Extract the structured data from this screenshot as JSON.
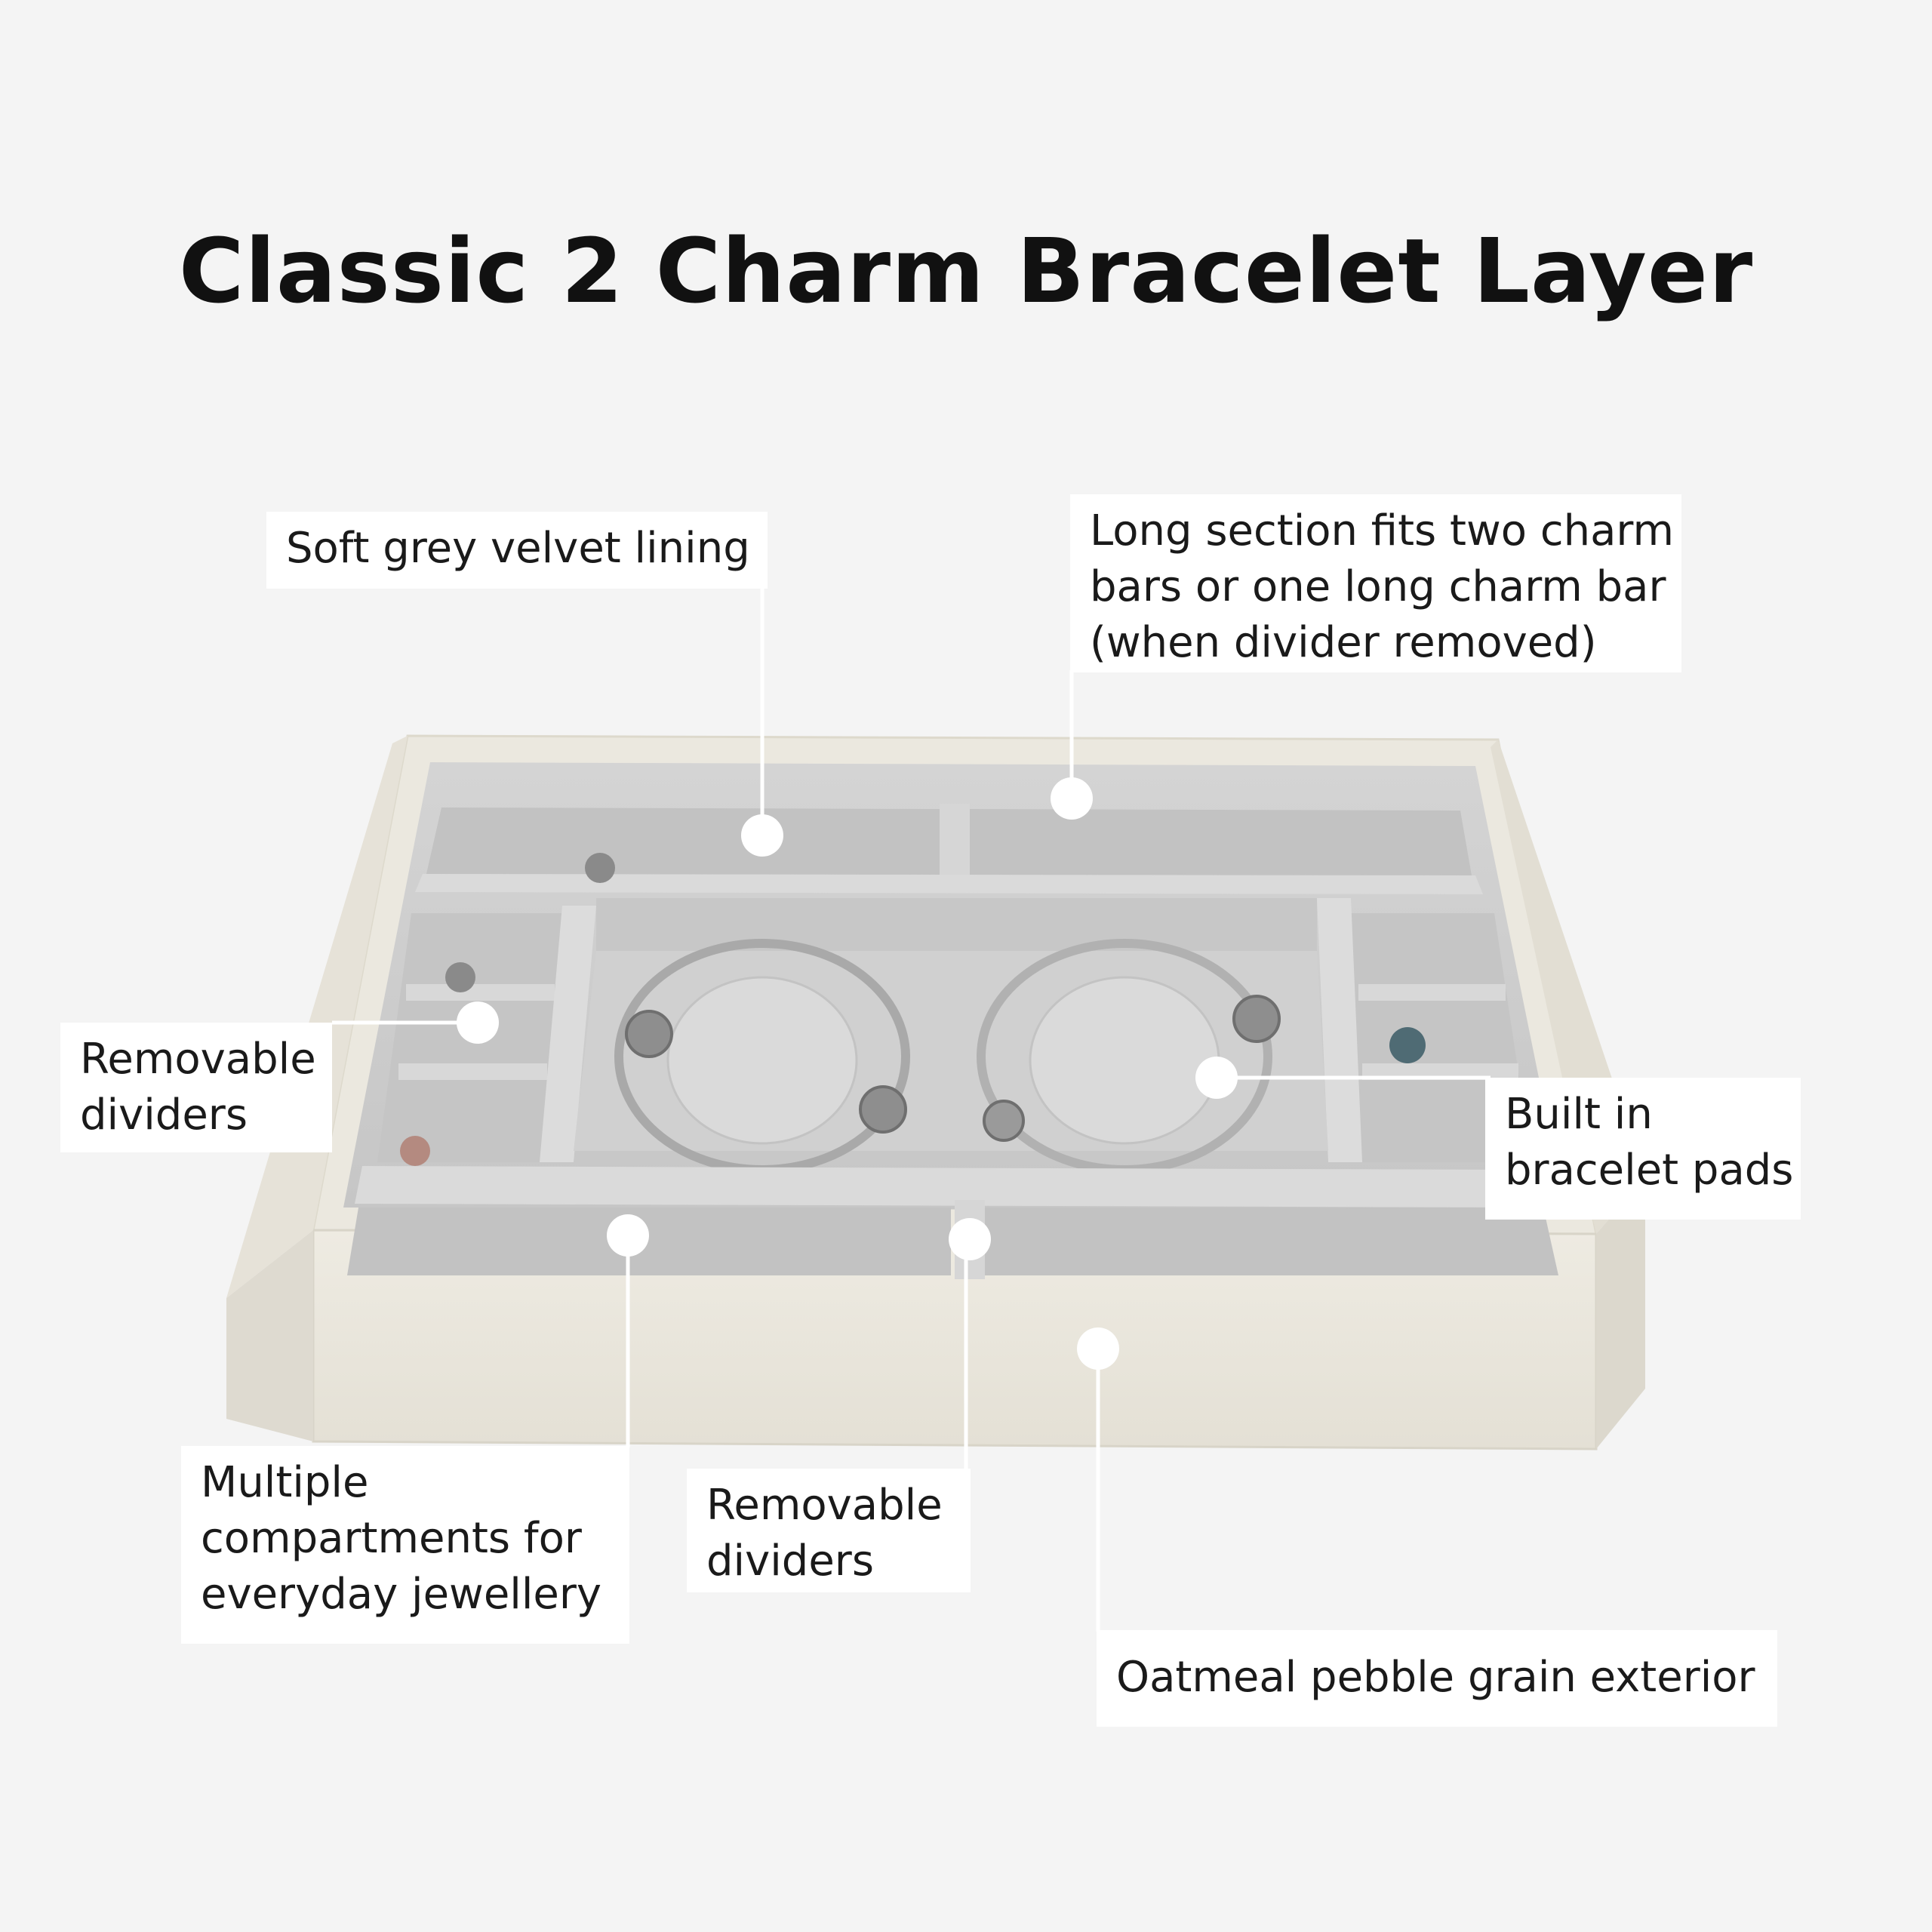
{
  "title": "Classic 2 Charm Bracelet Layer",
  "colors": {
    "background": "#f4f4f4",
    "exterior": "#ece9e0",
    "velvet": "#c9c9c9",
    "velvet_light": "#d9d9d9",
    "callout_bg": "#ffffff",
    "marker": "#ffffff"
  },
  "callouts": {
    "velvet_lining": {
      "lines": [
        "Soft grey velvet lining"
      ]
    },
    "long_section": {
      "lines": [
        "Long section fits two charm",
        "bars or one long charm bar",
        "(when divider removed)"
      ]
    },
    "dividers_left": {
      "lines": [
        "Removable",
        "dividers"
      ]
    },
    "bracelet_pads": {
      "lines": [
        "Built in",
        "bracelet pads"
      ]
    },
    "compartments": {
      "lines": [
        "Multiple",
        "compartments for",
        "everyday jewellery"
      ]
    },
    "dividers_bottom": {
      "lines": [
        "Removable",
        "dividers"
      ]
    },
    "exterior": {
      "lines": [
        "Oatmeal pebble grain exterior"
      ]
    }
  }
}
